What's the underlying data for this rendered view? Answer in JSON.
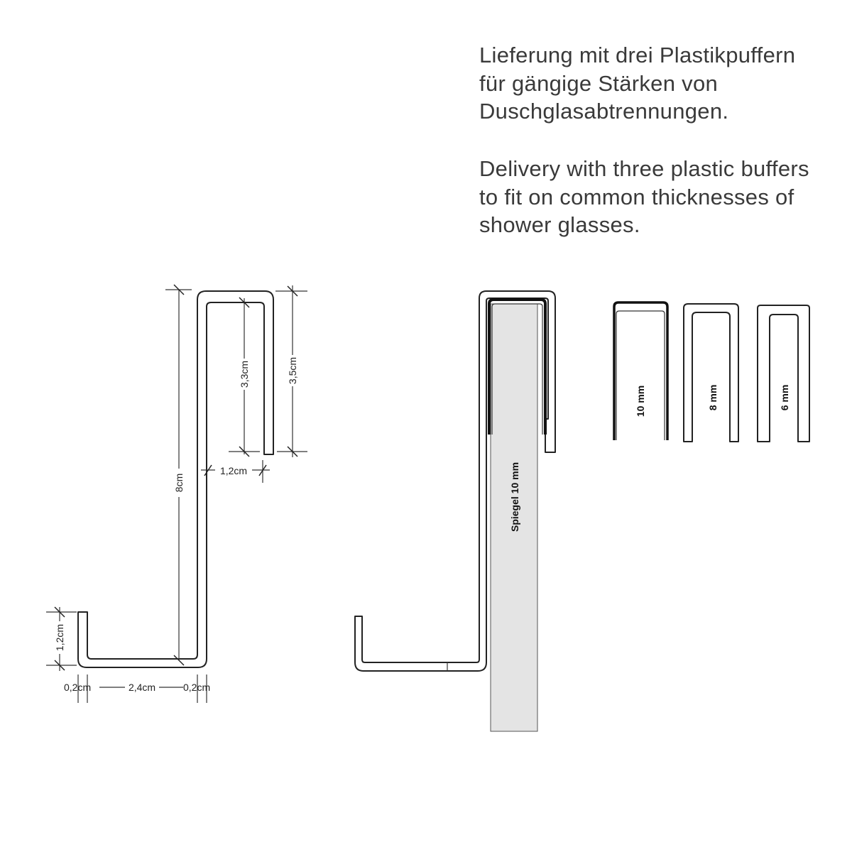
{
  "description": {
    "german": [
      "Lieferung mit drei Plastikpuffern",
      "für gängige Stärken von",
      "Duschglasabtrennungen."
    ],
    "english": [
      "Delivery with three plastic buffers",
      "to fit on common thicknesses of",
      "shower glasses."
    ]
  },
  "dimension_drawing": {
    "height_total": "8cm",
    "inner_leg": "3,3cm",
    "outer_leg": "3,5cm",
    "top_width": "1,2cm",
    "lip_height": "1,2cm",
    "thickness_left": "0,2cm",
    "bottom_width": "2,4cm",
    "thickness_right": "0,2cm"
  },
  "mounted_drawing": {
    "glass_label": "Spiegel 10 mm",
    "glass_color": "#e4e4e4"
  },
  "buffers": [
    {
      "label": "10 mm"
    },
    {
      "label": "8 mm"
    },
    {
      "label": "6 mm"
    }
  ]
}
